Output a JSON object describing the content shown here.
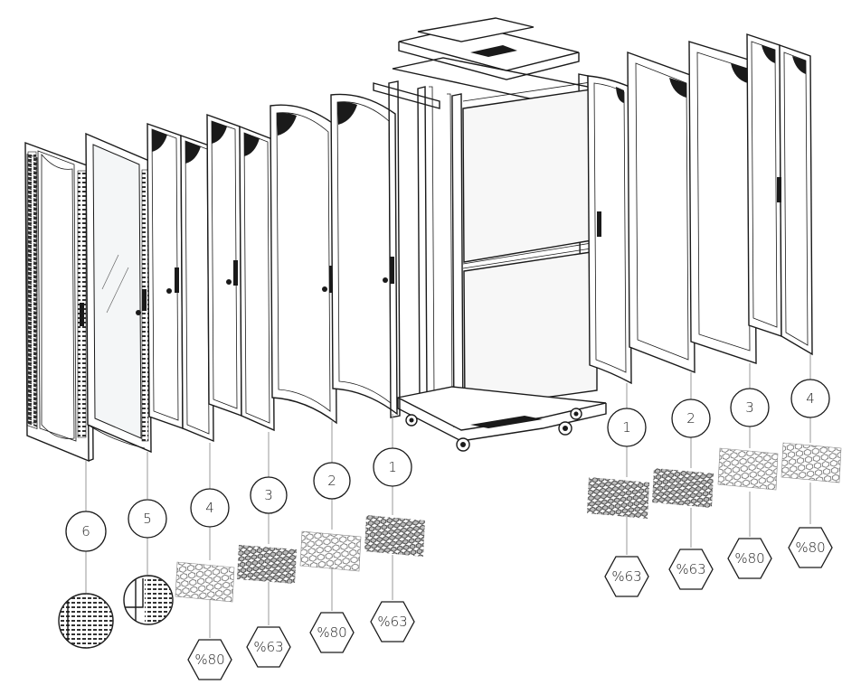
{
  "callouts": {
    "left": [
      {
        "id": "left-6",
        "number": "6",
        "perforation": "",
        "swatch": "louver-door"
      },
      {
        "id": "left-5",
        "number": "5",
        "perforation": "",
        "swatch": "louver-glass-edge"
      },
      {
        "id": "left-4",
        "number": "4",
        "perforation": "%80",
        "swatch": "hex-mesh-80"
      },
      {
        "id": "left-3",
        "number": "3",
        "perforation": "%63",
        "swatch": "hex-mesh-63"
      },
      {
        "id": "left-2",
        "number": "2",
        "perforation": "%80",
        "swatch": "hex-mesh-80"
      },
      {
        "id": "left-1",
        "number": "1",
        "perforation": "%63",
        "swatch": "hex-mesh-63"
      }
    ],
    "right": [
      {
        "id": "right-1",
        "number": "1",
        "perforation": "%63",
        "swatch": "hex-mesh-63"
      },
      {
        "id": "right-2",
        "number": "2",
        "perforation": "%63",
        "swatch": "hex-mesh-63"
      },
      {
        "id": "right-3",
        "number": "3",
        "perforation": "%80",
        "swatch": "hex-mesh-80"
      },
      {
        "id": "right-4",
        "number": "4",
        "perforation": "%80",
        "swatch": "hex-mesh-80"
      }
    ]
  },
  "icons": [
    "perforated-louver-door-icon",
    "glass-door-icon",
    "perforated-mesh-door-icon",
    "rack-cabinet-frame-icon",
    "hex-mesh-swatch-icon"
  ]
}
